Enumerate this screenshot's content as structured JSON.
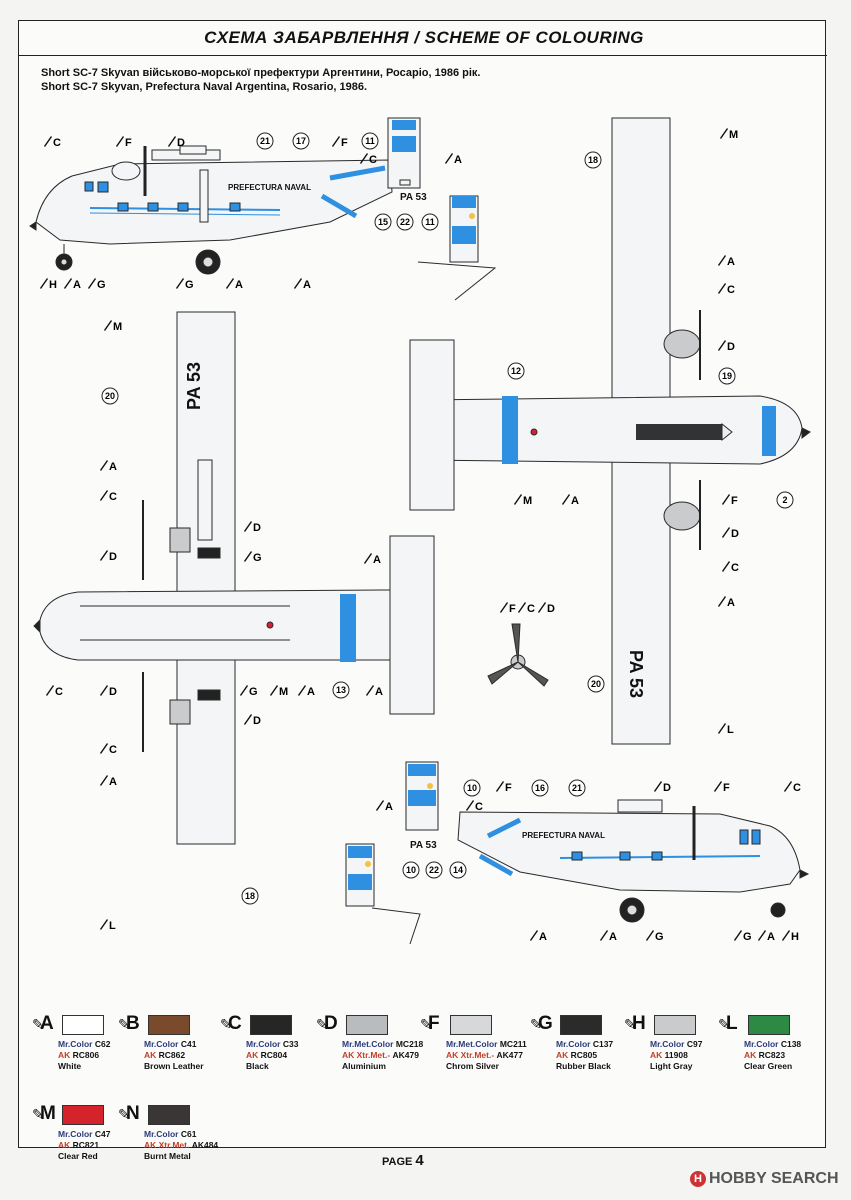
{
  "header": {
    "title": "СХЕМА ЗАБАРВЛЕННЯ / SCHEME OF COLOURING",
    "subtitle_ua": "Short SC-7 Skyvan військово-морської префектури Аргентини, Росаріо, 1986 рік.",
    "subtitle_en": "Short SC-7 Skyvan, Prefectura Naval Argentina, Rosario, 1986."
  },
  "aircraft": {
    "fuselage_text": "PREFECTURA NAVAL",
    "tail_code": "PA 53",
    "wing_code": "PA 53"
  },
  "callouts": {
    "c2": "2",
    "c10": "10",
    "c11": "11",
    "c12": "12",
    "c13": "13",
    "c14": "14",
    "c15": "15",
    "c16": "16",
    "c17": "17",
    "c18": "18",
    "c19": "19",
    "c20": "20",
    "c21": "21",
    "c22": "22"
  },
  "labels": {
    "A": "A",
    "C": "C",
    "D": "D",
    "F": "F",
    "G": "G",
    "H": "H",
    "L": "L",
    "M": "M"
  },
  "palette": [
    {
      "letter": "A",
      "color": "#ffffff",
      "mr": "C62",
      "mr_label": "Mr.Color",
      "ak_label": "AK",
      "ak": "RC806",
      "name": "White"
    },
    {
      "letter": "B",
      "color": "#7a4a2c",
      "mr": "C41",
      "mr_label": "Mr.Color",
      "ak_label": "AK",
      "ak": "RC862",
      "name": "Brown Leather"
    },
    {
      "letter": "C",
      "color": "#262626",
      "mr": "C33",
      "mr_label": "Mr.Color",
      "ak_label": "AK",
      "ak": "RC804",
      "name": "Black"
    },
    {
      "letter": "D",
      "color": "#b9bcbf",
      "mr": "MC218",
      "mr_label": "Mr.Met.Color",
      "ak_label": "AK Xtr.Met.-",
      "ak": "AK479",
      "name": "Aluminium"
    },
    {
      "letter": "F",
      "color": "#d6d8da",
      "mr": "MC211",
      "mr_label": "Mr.Met.Color",
      "ak_label": "AK Xtr.Met.-",
      "ak": "AK477",
      "name": "Chrom Silver"
    },
    {
      "letter": "G",
      "color": "#2b2b2b",
      "mr": "C137",
      "mr_label": "Mr.Color",
      "ak_label": "AK",
      "ak": "RC805",
      "name": "Rubber Black"
    },
    {
      "letter": "H",
      "color": "#c9cbcc",
      "mr": "C97",
      "mr_label": "Mr.Color",
      "ak_label": "AK",
      "ak": "11908",
      "name": "Light Gray"
    },
    {
      "letter": "L",
      "color": "#2c8a45",
      "mr": "C138",
      "mr_label": "Mr.Color",
      "ak_label": "AK",
      "ak": "RC823",
      "name": "Clear Green"
    },
    {
      "letter": "M",
      "color": "#d4232a",
      "mr": "C47",
      "mr_label": "Mr.Color",
      "ak_label": "AK",
      "ak": "RC821",
      "name": "Clear Red"
    },
    {
      "letter": "N",
      "color": "#3b3636",
      "mr": "C61",
      "mr_label": "Mr.Color",
      "ak_label": "AK Xtr.Met.",
      "ak": "AK484",
      "name": "Burnt Metal"
    }
  ],
  "footer": {
    "page_label": "PAGE",
    "page_number": "4",
    "watermark": "HOBBY SEARCH",
    "watermark_logo": "H"
  },
  "colors": {
    "blue": "#2f8fe0",
    "outline": "#2a2a2a",
    "fill": "#f3f5f7"
  }
}
